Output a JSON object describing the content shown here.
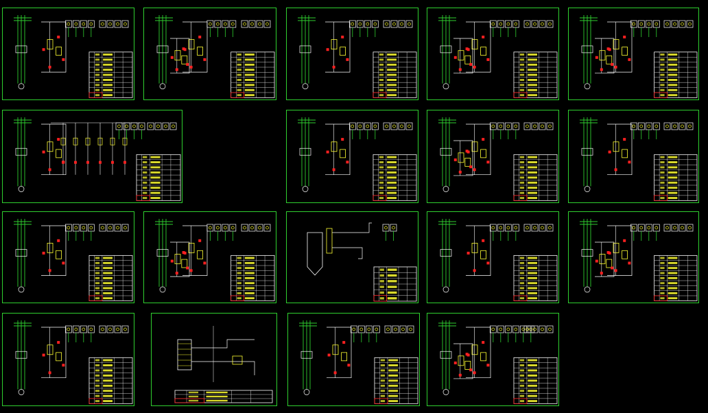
{
  "drawing_set": {
    "background_color": "#000000",
    "colors": {
      "frame": "#2fd12f",
      "wire_primary": "#2fd12f",
      "wire_secondary": "#ffffff",
      "component": "#ffff33",
      "marker": "#ff2020",
      "table_line": "#ffffff",
      "table_text": "#ffff33"
    },
    "sheets": [
      {
        "id": "sheet-1",
        "variant": "single-motor"
      },
      {
        "id": "sheet-2",
        "variant": "star-delta"
      },
      {
        "id": "sheet-3",
        "variant": "single-motor"
      },
      {
        "id": "sheet-4",
        "variant": "star-delta"
      },
      {
        "id": "sheet-5",
        "variant": "star-delta"
      },
      {
        "id": "sheet-6",
        "variant": "multi-branch"
      },
      {
        "id": "sheet-7",
        "variant": "single-motor"
      },
      {
        "id": "sheet-8",
        "variant": "star-delta"
      },
      {
        "id": "sheet-9",
        "variant": "single-motor"
      },
      {
        "id": "sheet-10",
        "variant": "single-motor"
      },
      {
        "id": "sheet-11",
        "variant": "star-delta"
      },
      {
        "id": "sheet-12",
        "variant": "valve-tank"
      },
      {
        "id": "sheet-13",
        "variant": "single-motor"
      },
      {
        "id": "sheet-14",
        "variant": "star-delta"
      },
      {
        "id": "sheet-15",
        "variant": "single-motor"
      },
      {
        "id": "sheet-16",
        "variant": "panel-layout"
      },
      {
        "id": "sheet-17",
        "variant": "single-motor"
      },
      {
        "id": "sheet-18",
        "variant": "wide-relay"
      }
    ]
  }
}
